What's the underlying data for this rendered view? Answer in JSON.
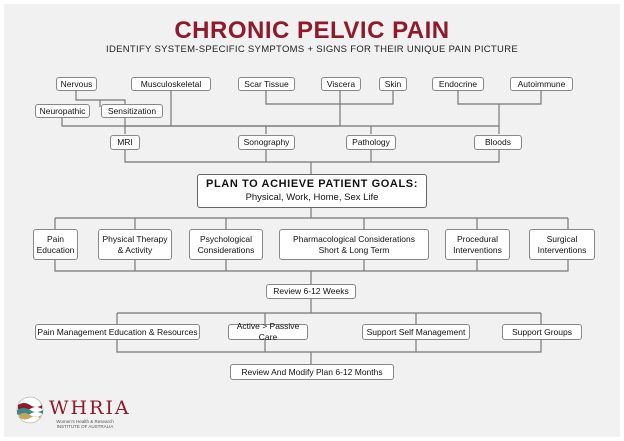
{
  "header": {
    "title": "CHRONIC PELVIC PAIN",
    "subtitle": "IDENTIFY SYSTEM-SPECIFIC SYMPTOMS + SIGNS FOR THEIR UNIQUE PAIN PICTURE"
  },
  "systems": {
    "nervous": "Nervous",
    "musculoskeletal": "Musculoskeletal",
    "scar_tissue": "Scar Tissue",
    "viscera": "Viscera",
    "skin": "Skin",
    "endocrine": "Endocrine",
    "autoimmune": "Autoimmune",
    "neuropathic": "Neuropathic",
    "sensitization": "Sensitization"
  },
  "investigations": {
    "mri": "MRI",
    "sonography": "Sonography",
    "pathology": "Pathology",
    "bloods": "Bloods"
  },
  "plan": {
    "title": "PLAN TO ACHIEVE PATIENT GOALS:",
    "goals": "Physical, Work, Home, Sex Life"
  },
  "interventions": {
    "pain_education": "Pain\nEducation",
    "physical_therapy": "Physical Therapy\n& Activity",
    "psychological": "Psychological\nConsiderations",
    "pharmacological": "Pharmacological Considerations\nShort & Long Term",
    "procedural": "Procedural\nInterventions",
    "surgical": "Surgical\nInterventions"
  },
  "review": "Review 6-12 Weeks",
  "ongoing": {
    "pain_management": "Pain Management Education & Resources",
    "active_passive": "Active > Passive Care",
    "self_management": "Support Self Management",
    "support_groups": "Support Groups"
  },
  "final_review": "Review And Modify Plan 6-12 Months",
  "logo": {
    "name": "WHRIA",
    "tagline": "Women's Health & Research\nINSTITUTE OF AUSTRALIA"
  },
  "colors": {
    "title": "#8e1a2b",
    "logo_wave_1": "#8e1a2b",
    "logo_wave_2": "#3a8a8a",
    "logo_wave_3": "#c8a45a"
  }
}
